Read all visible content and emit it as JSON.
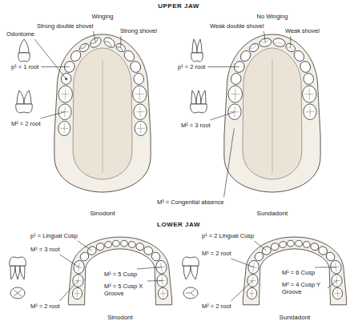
{
  "diagram": {
    "labels": [
      "UPPER JAW",
      "Winging",
      "No Winging",
      "Odontome",
      "Strong double shovel",
      "Strong shovel",
      "Weak double shovel",
      "Weak shovel",
      "p¹ = 1 root",
      "M² = 2 root",
      "Sinodont",
      "p¹ = 2 root",
      "M² = 3 root",
      "M³ = Congenital absence",
      "Sundadont",
      "LOWER JAW",
      "p¹ = Lingual Cusp",
      "M¹ = 3 root",
      "M¹ = 5 Cusp",
      "M² = 5 Cusp X Groove",
      "M² = 2 root",
      "Sinodont",
      "p¹ = 2 Lingual Cusp",
      "M¹ = 2 root",
      "M¹ = 6 Cusp",
      "M² = 4 Cusp Y Groove",
      "M² = 2 root",
      "Sundadont"
    ]
  }
}
